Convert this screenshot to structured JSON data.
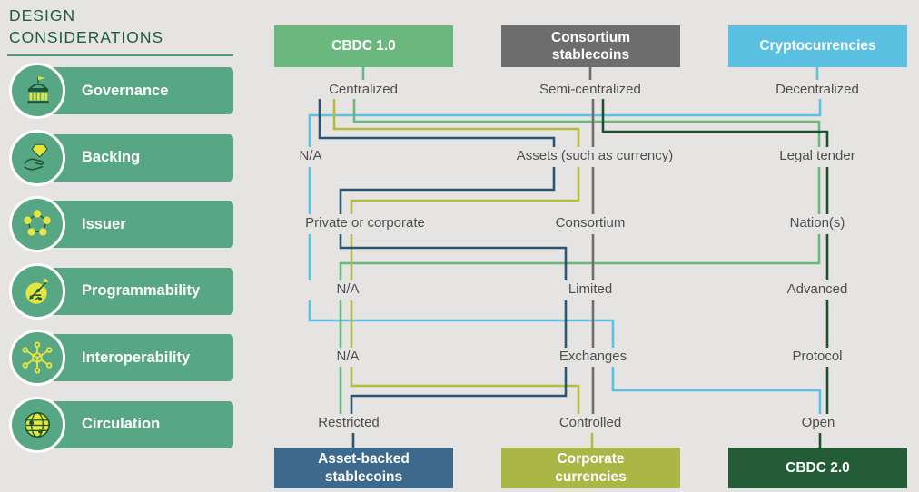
{
  "sidebar": {
    "title_line1": "DESIGN",
    "title_line2": "CONSIDERATIONS",
    "items": [
      {
        "label": "Governance",
        "icon": "bank-icon"
      },
      {
        "label": "Backing",
        "icon": "hand-diamond-icon"
      },
      {
        "label": "Issuer",
        "icon": "network-nodes-icon"
      },
      {
        "label": "Programmability",
        "icon": "circuit-chip-icon"
      },
      {
        "label": "Interoperability",
        "icon": "hub-network-icon"
      },
      {
        "label": "Circulation",
        "icon": "globe-icon"
      }
    ],
    "colors": {
      "bar": "#57a784",
      "icon_yellow": "#e6e43f",
      "icon_dark": "#1d5632"
    }
  },
  "top_boxes": [
    {
      "label": "CBDC 1.0",
      "color": "#6ab87e"
    },
    {
      "label": "Consortium stablecoins",
      "color": "#6d6d6d"
    },
    {
      "label": "Cryptocurrencies",
      "color": "#5ac1e3"
    }
  ],
  "bottom_boxes": [
    {
      "label": "Asset-backed stablecoins",
      "color": "#3d6a8c"
    },
    {
      "label": "Corporate currencies",
      "color": "#aab747"
    },
    {
      "label": "CBDC 2.0",
      "color": "#235c37"
    }
  ],
  "rows": [
    {
      "consideration": "Governance",
      "options": [
        "Centralized",
        "Semi-centralized",
        "Decentralized"
      ]
    },
    {
      "consideration": "Backing",
      "options": [
        "N/A",
        "Assets (such as currency)",
        "Legal tender"
      ]
    },
    {
      "consideration": "Issuer",
      "options": [
        "Private or corporate",
        "Consortium",
        "Nation(s)"
      ]
    },
    {
      "consideration": "Programmability",
      "options": [
        "N/A",
        "Limited",
        "Advanced"
      ]
    },
    {
      "consideration": "Interoperability",
      "options": [
        "N/A",
        "Exchanges",
        "Protocol"
      ]
    },
    {
      "consideration": "Circulation",
      "options": [
        "Restricted",
        "Controlled",
        "Open"
      ]
    }
  ],
  "paths": [
    {
      "name": "CBDC 1.0",
      "color": "#6ab87e",
      "stops": [
        "Centralized",
        "Legal tender",
        "Nation(s)",
        "N/A",
        "N/A",
        "Restricted"
      ]
    },
    {
      "name": "Consortium stablecoins",
      "color": "#6d6d6d",
      "stops": [
        "Semi-centralized",
        "Assets (such as currency)",
        "Consortium",
        "Limited",
        "Exchanges",
        "Controlled"
      ]
    },
    {
      "name": "Cryptocurrencies",
      "color": "#5ac1e3",
      "stops": [
        "Decentralized",
        "N/A",
        "Private or corporate",
        "N/A",
        "Exchanges",
        "Open"
      ]
    },
    {
      "name": "Asset-backed stablecoins",
      "color": "#2a5674",
      "stops": [
        "Centralized",
        "Assets (such as currency)",
        "Private or corporate",
        "Limited",
        "Exchanges",
        "Restricted"
      ]
    },
    {
      "name": "Corporate currencies",
      "color": "#b4bc3e",
      "stops": [
        "Centralized",
        "Assets (such as currency)",
        "Private or corporate",
        "N/A",
        "N/A",
        "Controlled"
      ]
    },
    {
      "name": "CBDC 2.0",
      "color": "#1d5130",
      "stops": [
        "Semi-centralized",
        "Legal tender",
        "Nation(s)",
        "Advanced",
        "Protocol",
        "Open"
      ]
    }
  ]
}
